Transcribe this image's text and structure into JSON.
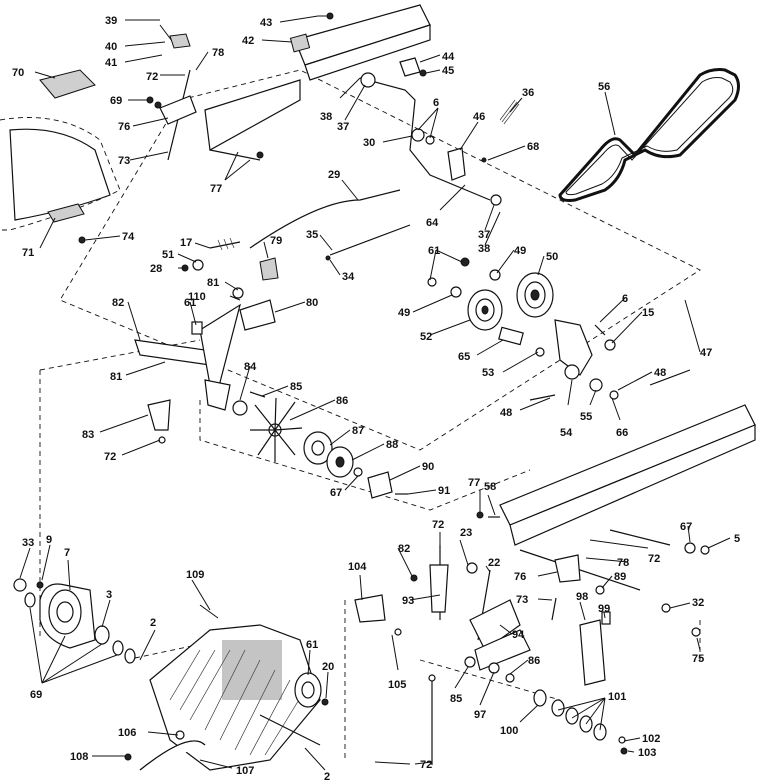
{
  "callouts": [
    "39",
    "40",
    "41",
    "43",
    "42",
    "44",
    "45",
    "70",
    "72",
    "78",
    "69",
    "76",
    "73",
    "77",
    "38",
    "37",
    "6",
    "46",
    "30",
    "68",
    "36",
    "56",
    "29",
    "64",
    "37",
    "38",
    "71",
    "74",
    "17",
    "79",
    "51",
    "28",
    "35",
    "34",
    "81",
    "110",
    "80",
    "61",
    "49",
    "50",
    "82",
    "61",
    "81",
    "49",
    "52",
    "65",
    "53",
    "6",
    "15",
    "47",
    "84",
    "85",
    "86",
    "87",
    "88",
    "67",
    "90",
    "91",
    "48",
    "48",
    "55",
    "54",
    "66",
    "83",
    "72",
    "77",
    "58",
    "67",
    "5",
    "72",
    "82",
    "23",
    "22",
    "78",
    "72",
    "76",
    "89",
    "73",
    "33",
    "9",
    "7",
    "109",
    "104",
    "93",
    "94",
    "98",
    "99",
    "32",
    "3",
    "2",
    "61",
    "20",
    "105",
    "85",
    "86",
    "97",
    "75",
    "69",
    "106",
    "100",
    "101",
    "102",
    "108",
    "107",
    "2",
    "72",
    "103"
  ]
}
